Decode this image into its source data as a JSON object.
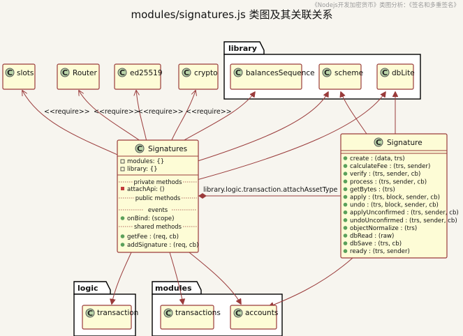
{
  "title": "modules/signatures.js 类图及其关联关系",
  "watermark": "《Nodejs开发加密货币》类图分析：《签名和多重签名》",
  "class_letter": "C",
  "packages": {
    "library": "library",
    "logic": "logic",
    "modules": "modules"
  },
  "classes": {
    "slots": "slots",
    "router": "Router",
    "ed25519": "ed25519",
    "crypto": "crypto",
    "balancesSequence": "balancesSequence",
    "scheme": "scheme",
    "dbLite": "dbLite",
    "transaction": "transaction",
    "transactions": "transactions",
    "accounts": "accounts"
  },
  "signatures": {
    "name": "Signatures",
    "fields": [
      "modules: {}",
      "library: {}"
    ],
    "private_label": "private methods",
    "private_methods": [
      "attachApi: ()"
    ],
    "public_label": "public methods",
    "events_label": "events",
    "events": [
      "onBind: (scope)"
    ],
    "shared_label": "shared methods",
    "shared_methods": [
      "getFee :  (req, cb)",
      "addSignature :  (req, cb)"
    ]
  },
  "signature": {
    "name": "Signature",
    "methods": [
      "create :  (data, trs)",
      "calculateFee :  (trs, sender)",
      "verify :  (trs, sender, cb)",
      "process :  (trs, sender, cb)",
      "getBytes :  (trs)",
      "apply :  (trs, block, sender, cb)",
      "undo :  (trs, block, sender, cb)",
      "applyUnconfirmed :  (trs, sender, cb)",
      "undoUnconfirmed :  (trs, sender, cb)",
      "objectNormalize :  (trs)",
      "dbRead :  (raw)",
      "dbSave :  (trs, cb)",
      "ready :  (trs, sender)"
    ]
  },
  "edge_labels": {
    "require": "<<require>>",
    "composition": "library.logic.transaction.attachAssetType"
  }
}
